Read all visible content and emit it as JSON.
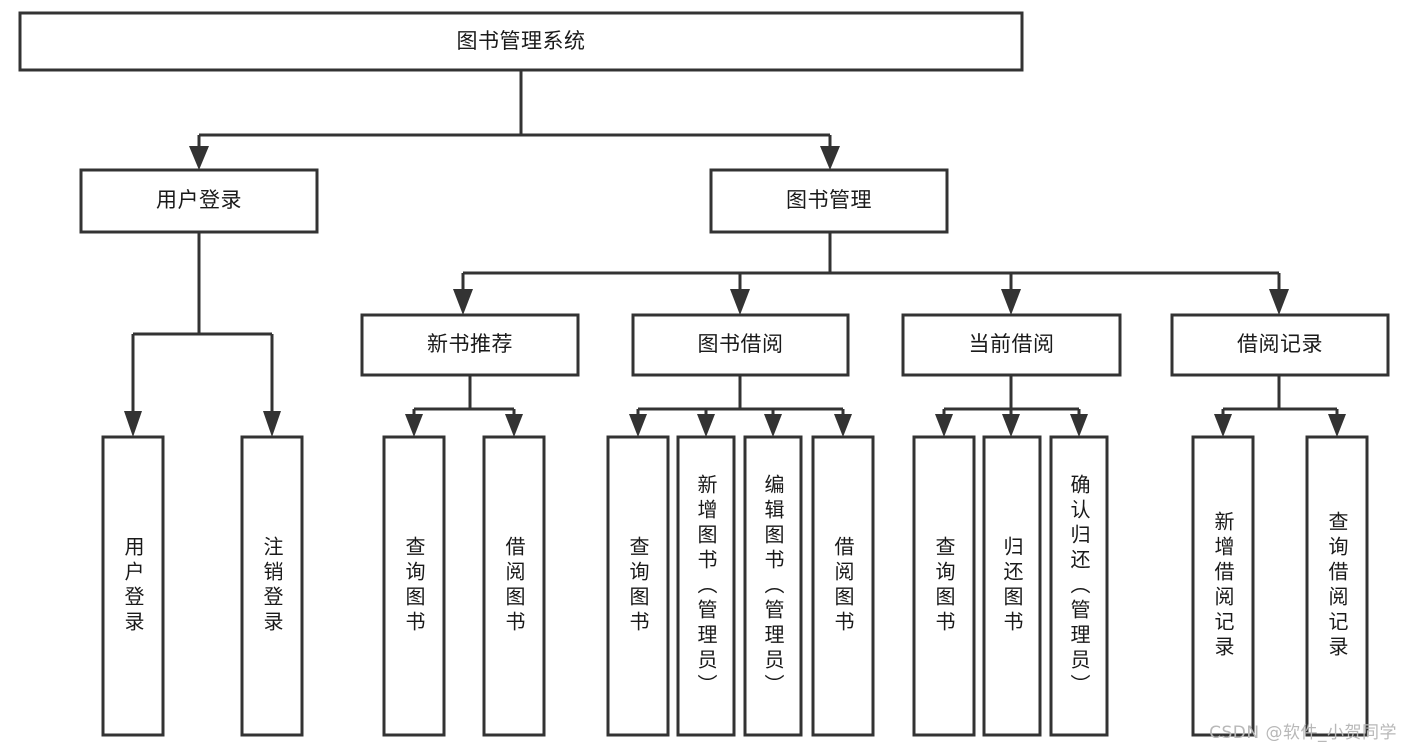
{
  "diagram": {
    "type": "tree",
    "title": "图书管理系统",
    "watermark": "CSDN @软件_小贺同学",
    "colors": {
      "stroke": "#333333",
      "fill": "#ffffff",
      "text": "#1a1a1a",
      "watermark": "#b8b8b8",
      "background": "#ffffff"
    },
    "levels": {
      "root": {
        "label": "图书管理系统"
      },
      "level2": [
        {
          "label": "用户登录"
        },
        {
          "label": "图书管理"
        }
      ],
      "level3": [
        {
          "label": "新书推荐",
          "parent": "图书管理"
        },
        {
          "label": "图书借阅",
          "parent": "图书管理"
        },
        {
          "label": "当前借阅",
          "parent": "图书管理"
        },
        {
          "label": "借阅记录",
          "parent": "图书管理"
        }
      ],
      "leaves": [
        {
          "label": "用户登录",
          "parent": "用户登录"
        },
        {
          "label": "注销登录",
          "parent": "用户登录"
        },
        {
          "label": "查询图书",
          "parent": "新书推荐"
        },
        {
          "label": "借阅图书",
          "parent": "新书推荐"
        },
        {
          "label": "查询图书",
          "parent": "图书借阅"
        },
        {
          "label": "新增图书（管理员）",
          "parent": "图书借阅"
        },
        {
          "label": "编辑图书（管理员）",
          "parent": "图书借阅"
        },
        {
          "label": "借阅图书",
          "parent": "图书借阅"
        },
        {
          "label": "查询图书",
          "parent": "当前借阅"
        },
        {
          "label": "归还图书",
          "parent": "当前借阅"
        },
        {
          "label": "确认归还（管理员）",
          "parent": "当前借阅"
        },
        {
          "label": "新增借阅记录",
          "parent": "借阅记录"
        },
        {
          "label": "查询借阅记录",
          "parent": "借阅记录"
        }
      ]
    }
  }
}
